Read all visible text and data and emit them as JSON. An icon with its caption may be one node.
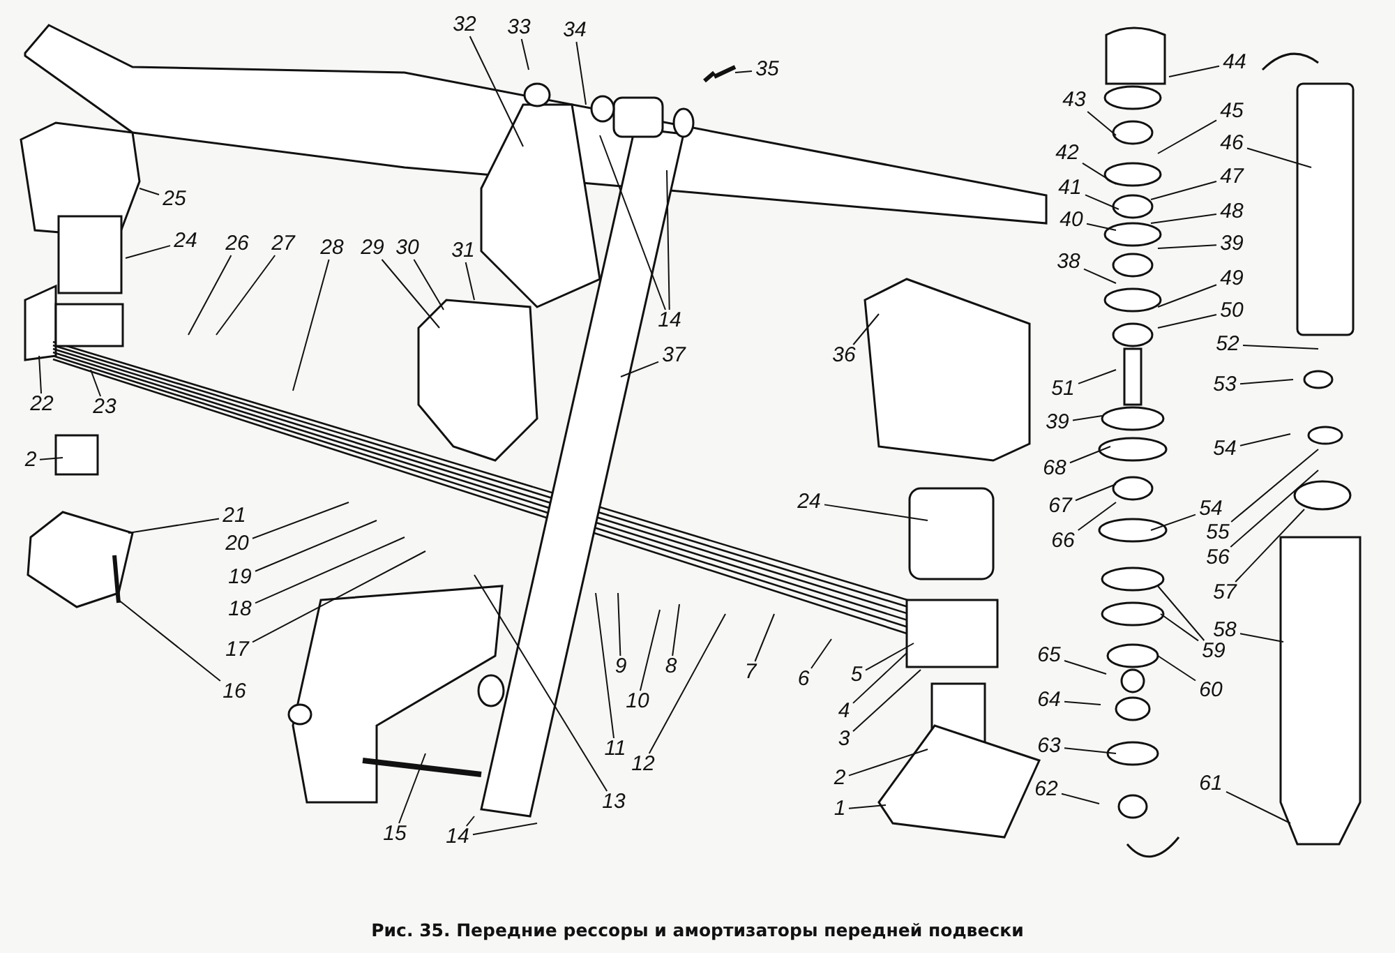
{
  "diagram": {
    "caption": "Рис. 35. Передние рессоры и амортизаторы передней подвески",
    "nodes": [
      {
        "text": [
          "32"
        ]
      },
      {
        "text": [
          "33"
        ]
      },
      {
        "text": [
          "34"
        ]
      },
      {
        "text": [
          "35"
        ]
      },
      {
        "text": [
          "44"
        ]
      },
      {
        "text": [
          "25"
        ]
      },
      {
        "text": [
          "43"
        ]
      },
      {
        "text": [
          "45"
        ]
      },
      {
        "text": [
          "46"
        ]
      },
      {
        "text": [
          "42"
        ]
      },
      {
        "text": [
          "41"
        ]
      },
      {
        "text": [
          "47"
        ]
      },
      {
        "text": [
          "40"
        ]
      },
      {
        "text": [
          "48"
        ]
      },
      {
        "text": [
          "24"
        ]
      },
      {
        "text": [
          "26"
        ]
      },
      {
        "text": [
          "27"
        ]
      },
      {
        "text": [
          "28"
        ]
      },
      {
        "text": [
          "29"
        ]
      },
      {
        "text": [
          "30"
        ]
      },
      {
        "text": [
          "31"
        ]
      },
      {
        "text": [
          "39"
        ]
      },
      {
        "text": [
          "38"
        ]
      },
      {
        "text": [
          "49"
        ]
      },
      {
        "text": [
          "14"
        ]
      },
      {
        "text": [
          "50"
        ]
      },
      {
        "text": [
          "52"
        ]
      },
      {
        "text": [
          "36"
        ]
      },
      {
        "text": [
          "37"
        ]
      },
      {
        "text": [
          "51"
        ]
      },
      {
        "text": [
          "53"
        ]
      },
      {
        "text": [
          "22"
        ]
      },
      {
        "text": [
          "23"
        ]
      },
      {
        "text": [
          "2"
        ]
      },
      {
        "text": [
          "39"
        ]
      },
      {
        "text": [
          "54"
        ]
      },
      {
        "text": [
          "68"
        ]
      },
      {
        "text": [
          "67"
        ]
      },
      {
        "text": [
          "24"
        ]
      },
      {
        "text": [
          "21"
        ]
      },
      {
        "text": [
          "20"
        ]
      },
      {
        "text": [
          "55"
        ]
      },
      {
        "text": [
          "56"
        ]
      },
      {
        "text": [
          "66"
        ]
      },
      {
        "text": [
          "54"
        ]
      },
      {
        "text": [
          "19"
        ]
      },
      {
        "text": [
          "18"
        ]
      },
      {
        "text": [
          "57"
        ]
      },
      {
        "text": [
          "17"
        ]
      },
      {
        "text": [
          "58"
        ]
      },
      {
        "text": [
          "59"
        ]
      },
      {
        "text": [
          "9"
        ]
      },
      {
        "text": [
          "8"
        ]
      },
      {
        "text": [
          "7"
        ]
      },
      {
        "text": [
          "6"
        ]
      },
      {
        "text": [
          "5"
        ]
      },
      {
        "text": [
          "16"
        ]
      },
      {
        "text": [
          "10"
        ]
      },
      {
        "text": [
          "65"
        ]
      },
      {
        "text": [
          "60"
        ]
      },
      {
        "text": [
          "4"
        ]
      },
      {
        "text": [
          "11"
        ]
      },
      {
        "text": [
          "64"
        ]
      },
      {
        "text": [
          "12"
        ]
      },
      {
        "text": [
          "3"
        ]
      },
      {
        "text": [
          "63"
        ]
      },
      {
        "text": [
          "2"
        ]
      },
      {
        "text": [
          "13"
        ]
      },
      {
        "text": [
          "62"
        ]
      },
      {
        "text": [
          "61"
        ]
      },
      {
        "text": [
          "1"
        ]
      },
      {
        "text": [
          "15"
        ]
      },
      {
        "text": [
          "14"
        ]
      }
    ],
    "edges": [
      {
        "from": 0,
        "to": null,
        "arrow": "none"
      },
      {
        "from": 1,
        "to": null,
        "arrow": "none"
      },
      {
        "from": 2,
        "to": null,
        "arrow": "none"
      },
      {
        "from": 3,
        "to": null,
        "arrow": "none"
      },
      {
        "from": 4,
        "to": null,
        "arrow": "none"
      },
      {
        "from": 5,
        "to": null,
        "arrow": "none"
      },
      {
        "from": 6,
        "to": null,
        "arrow": "none"
      },
      {
        "from": 7,
        "to": null,
        "arrow": "none"
      },
      {
        "from": 8,
        "to": null,
        "arrow": "none"
      },
      {
        "from": 9,
        "to": null,
        "arrow": "none"
      },
      {
        "from": 10,
        "to": null,
        "arrow": "none"
      },
      {
        "from": 11,
        "to": null,
        "arrow": "none"
      },
      {
        "from": 12,
        "to": null,
        "arrow": "none"
      },
      {
        "from": 13,
        "to": null,
        "arrow": "none"
      },
      {
        "from": 14,
        "to": null,
        "arrow": "none"
      },
      {
        "from": 15,
        "to": null,
        "arrow": "none"
      },
      {
        "from": 16,
        "to": null,
        "arrow": "none"
      },
      {
        "from": 17,
        "to": null,
        "arrow": "none"
      },
      {
        "from": 18,
        "to": null,
        "arrow": "none"
      },
      {
        "from": 19,
        "to": null,
        "arrow": "none"
      },
      {
        "from": 20,
        "to": null,
        "arrow": "none"
      },
      {
        "from": 21,
        "to": null,
        "arrow": "none"
      },
      {
        "from": 22,
        "to": null,
        "arrow": "none"
      },
      {
        "from": 23,
        "to": null,
        "arrow": "none"
      },
      {
        "from": 24,
        "to": null,
        "arrow": "none"
      },
      {
        "from": 24,
        "to": null,
        "arrow": "none"
      },
      {
        "from": 25,
        "to": null,
        "arrow": "none"
      },
      {
        "from": 26,
        "to": null,
        "arrow": "none"
      },
      {
        "from": 27,
        "to": null,
        "arrow": "none"
      },
      {
        "from": 28,
        "to": null,
        "arrow": "none"
      },
      {
        "from": 29,
        "to": null,
        "arrow": "none"
      },
      {
        "from": 30,
        "to": null,
        "arrow": "none"
      },
      {
        "from": 31,
        "to": null,
        "arrow": "none"
      },
      {
        "from": 32,
        "to": null,
        "arrow": "none"
      },
      {
        "from": 33,
        "to": null,
        "arrow": "none"
      },
      {
        "from": 34,
        "to": null,
        "arrow": "none"
      },
      {
        "from": 35,
        "to": null,
        "arrow": "none"
      },
      {
        "from": 36,
        "to": null,
        "arrow": "none"
      },
      {
        "from": 37,
        "to": null,
        "arrow": "none"
      },
      {
        "from": 38,
        "to": null,
        "arrow": "none"
      },
      {
        "from": 39,
        "to": null,
        "arrow": "none"
      },
      {
        "from": 40,
        "to": null,
        "arrow": "none"
      },
      {
        "from": 41,
        "to": null,
        "arrow": "none"
      },
      {
        "from": 42,
        "to": null,
        "arrow": "none"
      },
      {
        "from": 43,
        "to": null,
        "arrow": "none"
      },
      {
        "from": 44,
        "to": null,
        "arrow": "none"
      },
      {
        "from": 45,
        "to": null,
        "arrow": "none"
      },
      {
        "from": 46,
        "to": null,
        "arrow": "none"
      },
      {
        "from": 47,
        "to": null,
        "arrow": "none"
      },
      {
        "from": 48,
        "to": null,
        "arrow": "none"
      },
      {
        "from": 49,
        "to": null,
        "arrow": "none"
      },
      {
        "from": 50,
        "to": null,
        "arrow": "none"
      },
      {
        "from": 50,
        "to": null,
        "arrow": "none"
      },
      {
        "from": 51,
        "to": null,
        "arrow": "none"
      },
      {
        "from": 52,
        "to": null,
        "arrow": "none"
      },
      {
        "from": 53,
        "to": null,
        "arrow": "none"
      },
      {
        "from": 54,
        "to": null,
        "arrow": "none"
      },
      {
        "from": 55,
        "to": null,
        "arrow": "none"
      },
      {
        "from": 56,
        "to": null,
        "arrow": "none"
      },
      {
        "from": 57,
        "to": null,
        "arrow": "none"
      },
      {
        "from": 58,
        "to": null,
        "arrow": "none"
      },
      {
        "from": 59,
        "to": null,
        "arrow": "none"
      },
      {
        "from": 60,
        "to": null,
        "arrow": "none"
      },
      {
        "from": 61,
        "to": null,
        "arrow": "none"
      },
      {
        "from": 62,
        "to": null,
        "arrow": "none"
      },
      {
        "from": 63,
        "to": null,
        "arrow": "none"
      },
      {
        "from": 64,
        "to": null,
        "arrow": "none"
      },
      {
        "from": 65,
        "to": null,
        "arrow": "none"
      },
      {
        "from": 66,
        "to": null,
        "arrow": "none"
      },
      {
        "from": 67,
        "to": null,
        "arrow": "none"
      },
      {
        "from": 68,
        "to": null,
        "arrow": "none"
      },
      {
        "from": 69,
        "to": null,
        "arrow": "none"
      },
      {
        "from": 70,
        "to": null,
        "arrow": "none"
      },
      {
        "from": 71,
        "to": null,
        "arrow": "none"
      },
      {
        "from": 72,
        "to": null,
        "arrow": "none"
      },
      {
        "from": 72,
        "to": null,
        "arrow": "none"
      }
    ]
  }
}
